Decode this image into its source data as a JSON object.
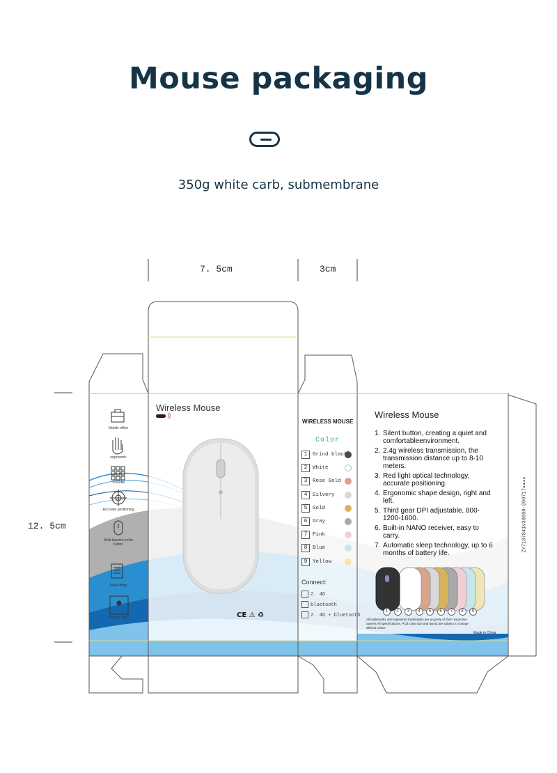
{
  "header": {
    "title": "Mouse packaging",
    "subtitle": "350g white carb, submembrane"
  },
  "dimensions": {
    "width_front": "7. 5cm",
    "width_side": "3cm",
    "height": "12. 5cm"
  },
  "front_panel": {
    "title": "Wireless Mouse",
    "certification_marks": "CE ⚠ ♻"
  },
  "left_side_icons": [
    {
      "icon": "briefcase-icon",
      "label": "Mobile office"
    },
    {
      "icon": "hand-icon",
      "label": "ergonomic"
    },
    {
      "icon": "grid-icon",
      "label": "1200dpi"
    },
    {
      "icon": "crosshair-icon",
      "label": "Accurate positioning"
    },
    {
      "icon": "scroll-wheel-icon",
      "label": "Multi-function roller button"
    },
    {
      "icon": "document-icon",
      "label": "Plate lining"
    },
    {
      "icon": "radio-icon",
      "label": "Radius 10M"
    }
  ],
  "side_panel": {
    "title": "WIRELESS MOUSE",
    "color_heading": "Color",
    "colors": [
      {
        "num": "1",
        "name": "Grind black",
        "hex": "#4a4a4a"
      },
      {
        "num": "2",
        "name": "White",
        "hex": "#ffffff"
      },
      {
        "num": "3",
        "name": "Rose Gold",
        "hex": "#d9a48a"
      },
      {
        "num": "4",
        "name": "Silvery",
        "hex": "#d8d8d8"
      },
      {
        "num": "5",
        "name": "Gold",
        "hex": "#d8b35a"
      },
      {
        "num": "6",
        "name": "Gray",
        "hex": "#a9a9a9"
      },
      {
        "num": "7",
        "name": "Pink",
        "hex": "#f1cfd3"
      },
      {
        "num": "8",
        "name": "Blue",
        "hex": "#c9e6ec"
      },
      {
        "num": "9",
        "name": "Yellow",
        "hex": "#efe6b4"
      }
    ],
    "connect_heading": "Connect:",
    "connect_options": [
      "2. 4G",
      "bluetooth",
      "2. 4G + bluetooth"
    ]
  },
  "back_panel": {
    "title": "Wireless Mouse",
    "features": [
      "Silent button, creating a quiet and comfortableenvironment.",
      "2.4g wireless transmission, the transmission distance up to 8-10 meters.",
      "Red light optical technology, accurate positioning.",
      "Ergonomic shape design, right and left.",
      "Third gear DPI adjustable, 800-1200-1600.",
      "Built-in NANO receiver, easy to carry.",
      "Automatic sleep technology, up to 6 months of battery life."
    ],
    "barcode_text": "ZY7187841V30000-200717★★★★",
    "mouse_numbers": [
      "1",
      "2",
      "3",
      "4",
      "5",
      "6",
      "7",
      "8",
      "9"
    ],
    "disclaimer": "All trademarks and registered trademarks are property of their respective owners All specifications, PCB color,size and layout are subject to change without notice.",
    "made_in": "Made in China"
  },
  "colors": {
    "title": "#163447",
    "wave_dark": "#1468b0",
    "wave_mid": "#2a8fd0",
    "wave_light": "#7fc3ea",
    "wave_gray": "#a8a8a8",
    "fold_line": "#e6e080"
  }
}
